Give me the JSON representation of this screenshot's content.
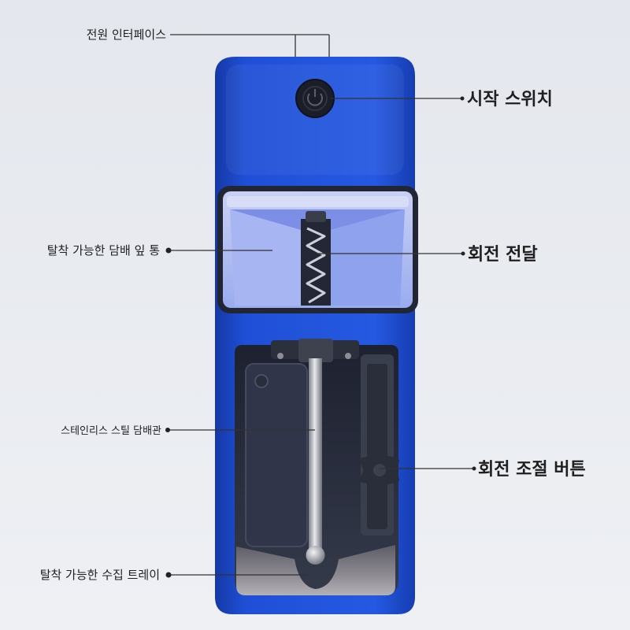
{
  "labels": {
    "power_interface": "전원 인터페이스",
    "start_switch": "시작 스위치",
    "tobacco_hopper": "탈착 가능한 담배 잎 통",
    "rotation_transmission": "회전 전달",
    "stainless_tube": "스테인리스 스틸 담배관",
    "rotation_knob": "회전 조절 버튼",
    "collection_tray": "탈착 가능한 수집 트레이"
  },
  "colors": {
    "body": "#1f4fd6",
    "label_text": "#1f1f1f",
    "leader_line": "#333333"
  }
}
